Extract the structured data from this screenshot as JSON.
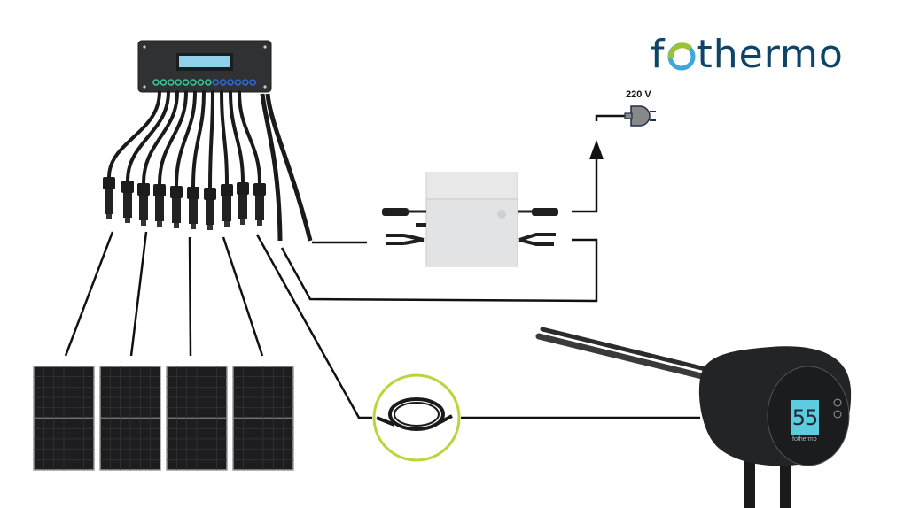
{
  "logo": {
    "text_left": "f",
    "text_right": "thermo",
    "primary_color": "#0e4566",
    "ring_colors": [
      "#9cc23a",
      "#3aa8d8"
    ]
  },
  "grid_plug": {
    "label": "220 V",
    "icon": "power-plug-icon"
  },
  "heater": {
    "display_value": "55",
    "display_brand": "fothermo",
    "display_color": "#5ecbdf"
  },
  "components": {
    "controller": "mppt-controller-box",
    "inverter": "micro-inverter",
    "cable": "extension-cable",
    "panels_count": 4,
    "connectors_count": 10
  },
  "accent_colors": {
    "controller_leds_green": "#35c79a",
    "controller_leds_blue": "#2e6ad6",
    "cable_ring": "#b9d53a"
  }
}
